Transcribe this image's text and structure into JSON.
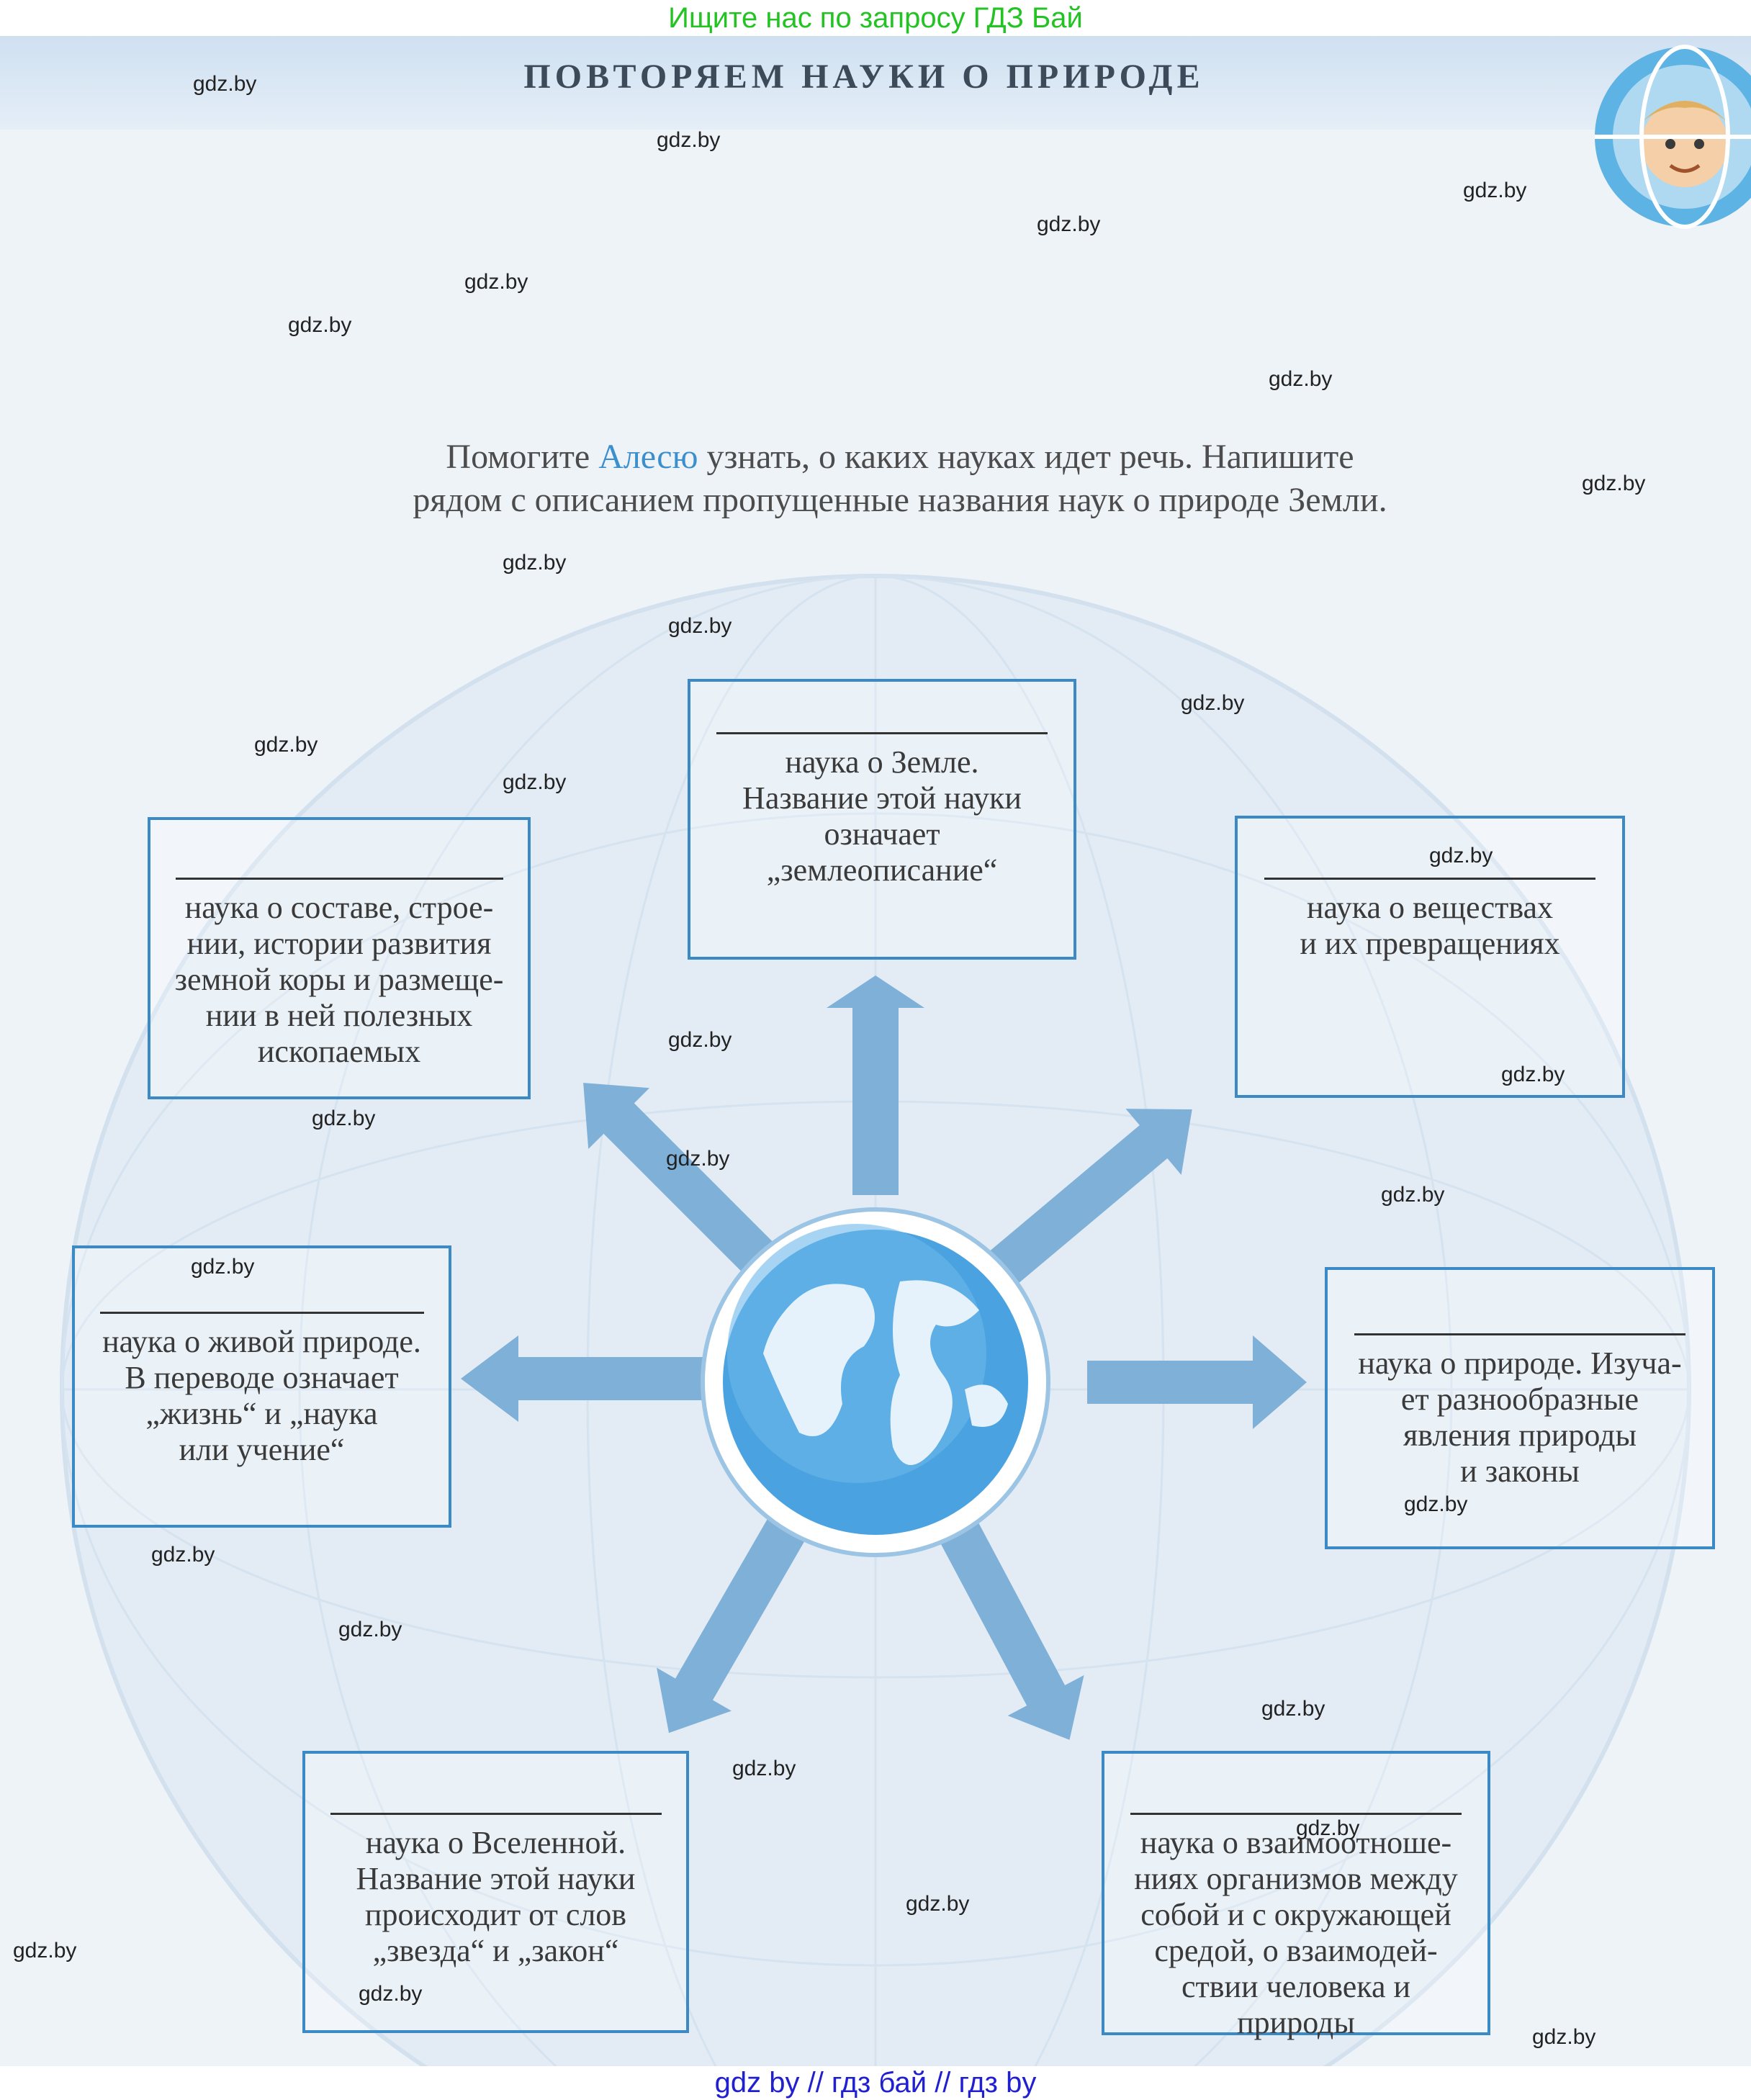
{
  "top_banner": "Ищите нас по запросу ГДЗ Бай",
  "bottom_banner": "gdz by  //  гдз бай  //  гдз by",
  "header_title": "ПОВТОРЯЕМ НАУКИ О ПРИРОДЕ",
  "instruction": {
    "line1_before": "Помогите ",
    "name": "Алесю",
    "line1_after": " узнать, о каких науках идет речь. Напишите",
    "line2": "рядом с описанием пропущенные названия наук о природе Земли."
  },
  "boxes": {
    "geography": [
      "наука о Земле.",
      "Название этой науки",
      "означает",
      "„землеописание“"
    ],
    "geology": [
      "наука о составе, строе-",
      "нии, истории развития",
      "земной коры и размеще-",
      "нии в ней полезных",
      "ископаемых"
    ],
    "chemistry": [
      "наука о веществах",
      "и их превращениях"
    ],
    "biology": [
      "наука о живой природе.",
      "В переводе означает",
      "„жизнь“ и „наука",
      "или учение“"
    ],
    "physics": [
      "наука о природе. Изуча-",
      "ет разнообразные",
      "явления природы",
      "и законы"
    ],
    "astronomy": [
      "наука о Вселенной.",
      "Название этой науки",
      "происходит от слов",
      "„звезда“ и „закон“"
    ],
    "ecology": [
      "наука о взаимоотноше-",
      "ниях организмов между",
      "собой и с окружающей",
      "средой, о взаимодей-",
      "ствии человека и природы"
    ]
  },
  "watermark": "gdz.by",
  "colors": {
    "box_border": "#3b8ac6",
    "arrow": "#7fb0d8",
    "accent_name": "#3a8fcc",
    "top_banner": "#22c322",
    "bottom_banner": "#2020d0"
  }
}
